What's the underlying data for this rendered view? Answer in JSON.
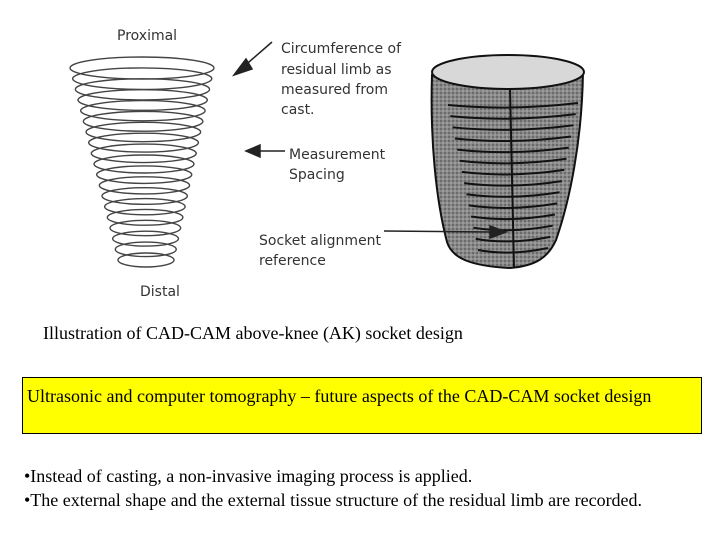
{
  "figure": {
    "labels": {
      "proximal": "Proximal",
      "distal": "Distal",
      "circumference": [
        "Circumference of",
        "residual limb as",
        "measured from",
        "cast."
      ],
      "measurement": [
        "Measurement",
        "Spacing"
      ],
      "socket_alignment": [
        "Socket alignment",
        "reference"
      ]
    }
  },
  "caption": "Illustration of CAD-CAM above-knee (AK) socket design",
  "highlight": "Ultrasonic and computer tomography – future aspects of the CAD-CAM socket design",
  "bullets": [
    "•Instead of casting, a non-invasive imaging process is applied.",
    "•The external shape and the external tissue structure of the residual limb are recorded."
  ]
}
